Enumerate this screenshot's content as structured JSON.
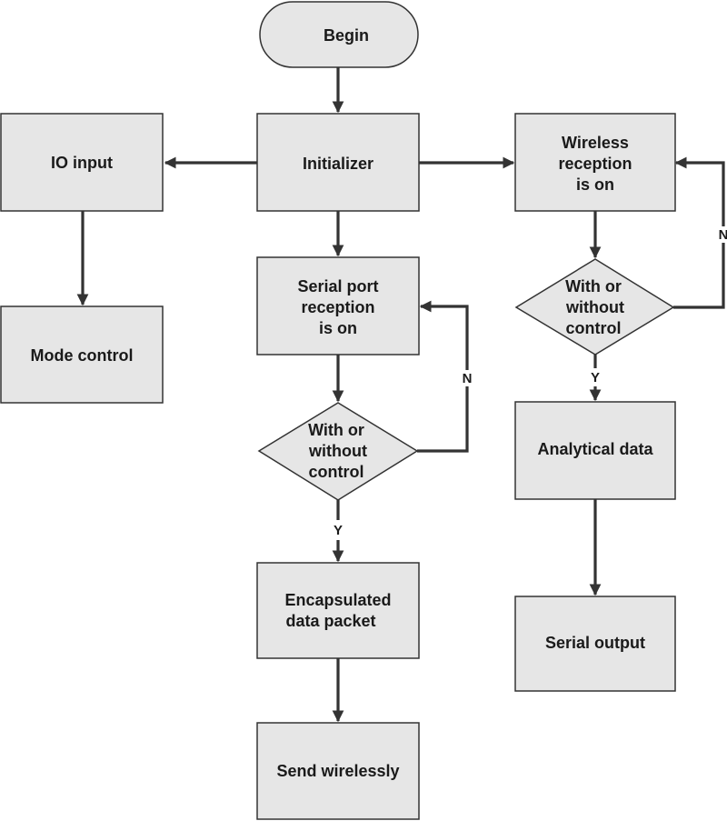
{
  "colors": {
    "node_fill": "#e6e6e6",
    "node_stroke": "#333333",
    "edge": "#333333",
    "text": "#1a1a1a",
    "background": "#ffffff"
  },
  "nodes": {
    "begin": {
      "label": "Begin",
      "shape": "terminal"
    },
    "initializer": {
      "label": "Initializer",
      "shape": "process"
    },
    "io_input": {
      "label": "IO input",
      "shape": "process"
    },
    "mode_control": {
      "label": "Mode control",
      "shape": "process"
    },
    "serial_reception": {
      "lines": [
        "Serial port",
        "reception",
        "is on"
      ],
      "shape": "process"
    },
    "serial_decision": {
      "lines": [
        "With or",
        "without",
        "control"
      ],
      "shape": "decision"
    },
    "encapsulated": {
      "lines": [
        "Encapsulated",
        "data packet"
      ],
      "shape": "process"
    },
    "send_wirelessly": {
      "label": "Send wirelessly",
      "shape": "process"
    },
    "wireless_reception": {
      "lines": [
        "Wireless",
        "reception",
        "is on"
      ],
      "shape": "process"
    },
    "wireless_decision": {
      "lines": [
        "With or",
        "without",
        "control"
      ],
      "shape": "decision"
    },
    "analytical": {
      "label": "Analytical data",
      "shape": "process"
    },
    "serial_output": {
      "label": "Serial output",
      "shape": "process"
    }
  },
  "edges": [
    {
      "from": "begin",
      "to": "initializer"
    },
    {
      "from": "initializer",
      "to": "io_input"
    },
    {
      "from": "initializer",
      "to": "wireless_reception"
    },
    {
      "from": "initializer",
      "to": "serial_reception"
    },
    {
      "from": "io_input",
      "to": "mode_control"
    },
    {
      "from": "serial_reception",
      "to": "serial_decision"
    },
    {
      "from": "serial_decision",
      "to": "serial_reception",
      "label": "N"
    },
    {
      "from": "serial_decision",
      "to": "encapsulated",
      "label": "Y"
    },
    {
      "from": "encapsulated",
      "to": "send_wirelessly"
    },
    {
      "from": "wireless_reception",
      "to": "wireless_decision"
    },
    {
      "from": "wireless_decision",
      "to": "wireless_reception",
      "label": "N"
    },
    {
      "from": "wireless_decision",
      "to": "analytical",
      "label": "Y"
    },
    {
      "from": "analytical",
      "to": "serial_output"
    }
  ]
}
